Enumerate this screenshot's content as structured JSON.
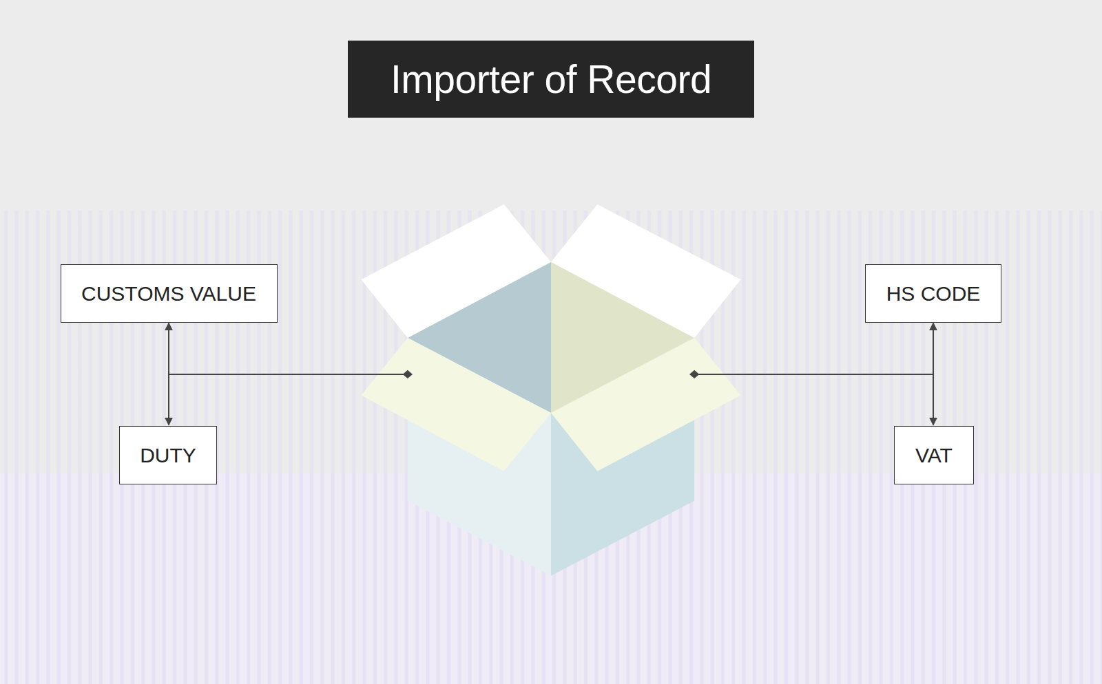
{
  "diagram": {
    "title": "Importer of Record",
    "nodes": [
      {
        "text": [
          "CUSTOMS VALUE"
        ]
      },
      {
        "text": [
          "DUTY"
        ]
      },
      {
        "text": [
          "HS CODE"
        ]
      },
      {
        "text": [
          "VAT"
        ]
      }
    ],
    "edges": [
      {
        "from": 0,
        "to": 1,
        "arrow": "both"
      },
      {
        "from": 2,
        "to": 3,
        "arrow": "both"
      }
    ]
  }
}
